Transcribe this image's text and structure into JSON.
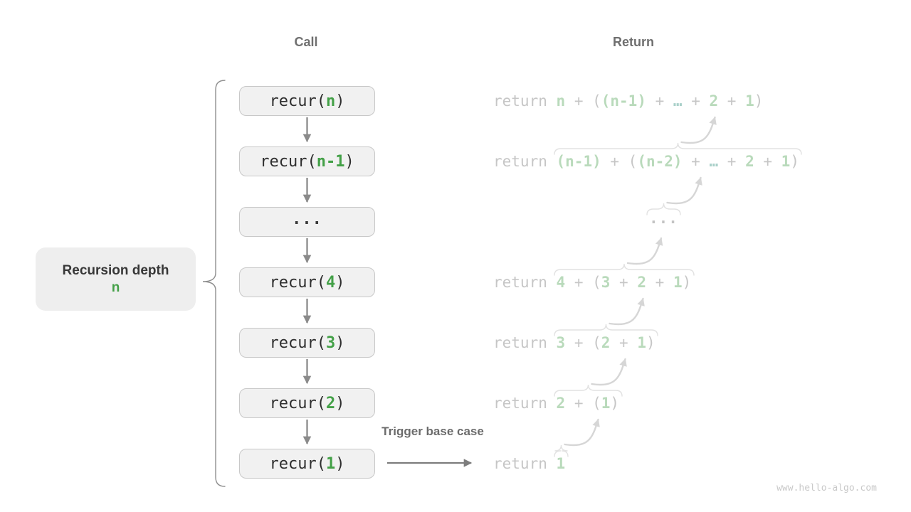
{
  "header": {
    "call": "Call",
    "return": "Return"
  },
  "depth_label": {
    "title": "Recursion depth",
    "value": "n"
  },
  "trigger": {
    "label": "Trigger base case"
  },
  "watermark": "www.hello-algo.com",
  "colors": {
    "arg_green": "#43a047",
    "faded_green": "#b9dabb",
    "faded_teal_ellipsis": "#a9d0c9",
    "faded_gray_text": "#c6c6c6",
    "dark_code_text": "#2e2e2e",
    "box_fill": "#f1f1f1",
    "box_border": "#c8c8c8",
    "header_gray": "#6f6f6f",
    "arrow_gray": "#8a8a8a",
    "light_arrow_gray": "#d6d6d6"
  },
  "call_boxes": [
    {
      "segments": [
        [
          "recur(",
          "code"
        ],
        [
          "n",
          "arg"
        ],
        [
          ")",
          "code"
        ]
      ]
    },
    {
      "segments": [
        [
          "recur(",
          "code"
        ],
        [
          "n-1",
          "arg"
        ],
        [
          ")",
          "code"
        ]
      ]
    },
    {
      "segments": [
        [
          "...",
          "dots"
        ]
      ]
    },
    {
      "segments": [
        [
          "recur(",
          "code"
        ],
        [
          "4",
          "arg"
        ],
        [
          ")",
          "code"
        ]
      ]
    },
    {
      "segments": [
        [
          "recur(",
          "code"
        ],
        [
          "3",
          "arg"
        ],
        [
          ")",
          "code"
        ]
      ]
    },
    {
      "segments": [
        [
          "recur(",
          "code"
        ],
        [
          "2",
          "arg"
        ],
        [
          ")",
          "code"
        ]
      ]
    },
    {
      "segments": [
        [
          "recur(",
          "code"
        ],
        [
          "1",
          "arg"
        ],
        [
          ")",
          "code"
        ]
      ]
    }
  ],
  "return_rows": [
    {
      "keyword": "return",
      "brace": false,
      "dots": false,
      "tokens": [
        [
          "n",
          "v"
        ],
        [
          " + (",
          "g"
        ],
        [
          "(n-1)",
          "v"
        ],
        [
          " + ",
          "g"
        ],
        [
          "…",
          "e"
        ],
        [
          " + ",
          "g"
        ],
        [
          "2",
          "v"
        ],
        [
          " + ",
          "g"
        ],
        [
          "1",
          "v"
        ],
        [
          ")",
          "g"
        ]
      ]
    },
    {
      "keyword": "return",
      "brace": true,
      "dots": false,
      "tokens": [
        [
          "(n-1)",
          "v"
        ],
        [
          " + (",
          "g"
        ],
        [
          "(n-2)",
          "v"
        ],
        [
          " + ",
          "g"
        ],
        [
          "…",
          "e"
        ],
        [
          " + ",
          "g"
        ],
        [
          "2",
          "v"
        ],
        [
          " + ",
          "g"
        ],
        [
          "1",
          "v"
        ],
        [
          ")",
          "g"
        ]
      ]
    },
    {
      "keyword": "",
      "brace": true,
      "dots": true,
      "tokens": [
        [
          "...",
          "d"
        ]
      ]
    },
    {
      "keyword": "return",
      "brace": true,
      "dots": false,
      "tokens": [
        [
          "4",
          "v"
        ],
        [
          " + (",
          "g"
        ],
        [
          "3",
          "v"
        ],
        [
          " + ",
          "g"
        ],
        [
          "2",
          "v"
        ],
        [
          " + ",
          "g"
        ],
        [
          "1",
          "v"
        ],
        [
          ")",
          "g"
        ]
      ]
    },
    {
      "keyword": "return",
      "brace": true,
      "dots": false,
      "tokens": [
        [
          "3",
          "v"
        ],
        [
          " + (",
          "g"
        ],
        [
          "2",
          "v"
        ],
        [
          " + ",
          "g"
        ],
        [
          "1",
          "v"
        ],
        [
          ")",
          "g"
        ]
      ]
    },
    {
      "keyword": "return",
      "brace": true,
      "dots": false,
      "tokens": [
        [
          "2",
          "v"
        ],
        [
          " + (",
          "g"
        ],
        [
          "1",
          "v"
        ],
        [
          ")",
          "g"
        ]
      ]
    },
    {
      "keyword": "return",
      "brace": true,
      "dots": false,
      "tokens": [
        [
          "1",
          "v"
        ]
      ]
    }
  ]
}
